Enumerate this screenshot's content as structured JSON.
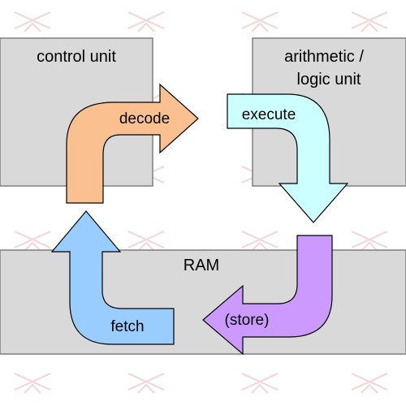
{
  "boxes": {
    "control_unit": "control unit",
    "alu_line1": "arithmetic /",
    "alu_line2": "logic unit",
    "ram": "RAM"
  },
  "arrows": {
    "decode": "decode",
    "execute": "execute",
    "store": "(store)",
    "fetch": "fetch"
  },
  "colors": {
    "box_fill": "#d9d9d9",
    "box_stroke": "#7f7f7f",
    "decode_fill": "#fac090",
    "execute_fill": "#ccffff",
    "store_fill": "#cc99ff",
    "fetch_fill": "#99ccff",
    "arrow_stroke": "#000000",
    "watermark": "#e8b8b8"
  }
}
